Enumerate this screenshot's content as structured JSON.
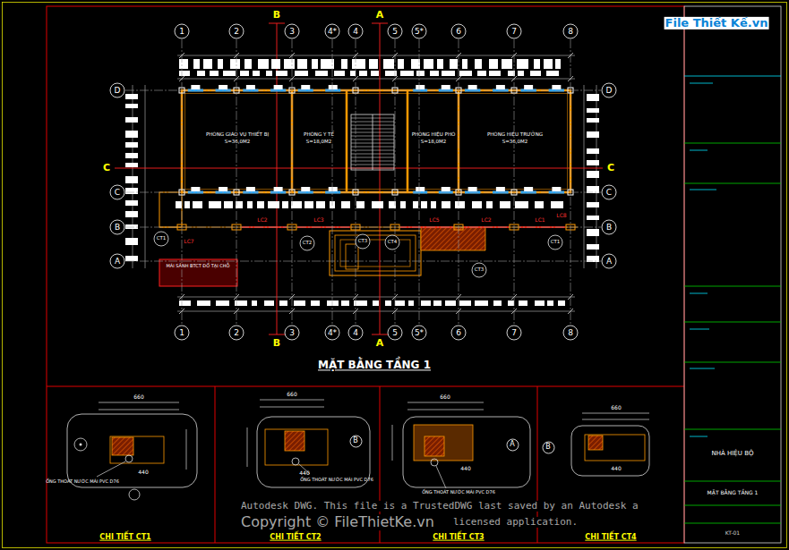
{
  "diagram": {
    "title": "MẶT BẰNG TẦNG 1",
    "nodes": [
      {
        "text": [
          "1"
        ]
      },
      {
        "text": [
          "2"
        ]
      },
      {
        "text": [
          "3"
        ]
      },
      {
        "text": [
          "4*"
        ]
      },
      {
        "text": [
          "4"
        ]
      },
      {
        "text": [
          "5"
        ]
      },
      {
        "text": [
          "5*"
        ]
      },
      {
        "text": [
          "6"
        ]
      },
      {
        "text": [
          "7"
        ]
      },
      {
        "text": [
          "8"
        ]
      },
      {
        "text": [
          "1"
        ]
      },
      {
        "text": [
          "2"
        ]
      },
      {
        "text": [
          "3"
        ]
      },
      {
        "text": [
          "4*"
        ]
      },
      {
        "text": [
          "4"
        ]
      },
      {
        "text": [
          "5"
        ]
      },
      {
        "text": [
          "5*"
        ]
      },
      {
        "text": [
          "6"
        ]
      },
      {
        "text": [
          "7"
        ]
      },
      {
        "text": [
          "8"
        ]
      },
      {
        "text": [
          "D"
        ]
      },
      {
        "text": [
          "C"
        ]
      },
      {
        "text": [
          "B"
        ]
      },
      {
        "text": [
          "A"
        ]
      },
      {
        "text": [
          "D"
        ]
      },
      {
        "text": [
          "C"
        ]
      },
      {
        "text": [
          "B"
        ]
      },
      {
        "text": [
          "A"
        ]
      },
      {
        "text": [
          "CT1"
        ]
      },
      {
        "text": [
          "CT2"
        ]
      },
      {
        "text": [
          "CT3"
        ]
      },
      {
        "text": [
          "CT4"
        ]
      },
      {
        "text": [
          "CT3"
        ]
      },
      {
        "text": [
          "CT1"
        ]
      },
      {
        "text": [
          "B"
        ]
      },
      {
        "text": [
          "A"
        ]
      },
      {
        "text": [
          "B"
        ]
      }
    ],
    "edges": [
      {
        "from": 0,
        "to": 10,
        "arrow": "none"
      },
      {
        "from": 1,
        "to": 11,
        "arrow": "none"
      },
      {
        "from": 2,
        "to": 12,
        "arrow": "none"
      },
      {
        "from": 3,
        "to": 13,
        "arrow": "none"
      },
      {
        "from": 4,
        "to": 14,
        "arrow": "none"
      },
      {
        "from": 5,
        "to": 15,
        "arrow": "none"
      },
      {
        "from": 6,
        "to": 16,
        "arrow": "none"
      },
      {
        "from": 7,
        "to": 17,
        "arrow": "none"
      },
      {
        "from": 8,
        "to": 18,
        "arrow": "none"
      },
      {
        "from": 9,
        "to": 19,
        "arrow": "none"
      },
      {
        "from": 20,
        "to": 24,
        "arrow": "none"
      },
      {
        "from": 21,
        "to": 25,
        "arrow": "none"
      },
      {
        "from": 22,
        "to": 26,
        "arrow": "none"
      },
      {
        "from": 23,
        "to": 27,
        "arrow": "none"
      }
    ],
    "labels": [
      "B",
      "A",
      "B",
      "A",
      "C",
      "C",
      "PHÒNG GIÁO VỤ THIẾT BỊ",
      "S=36,0M2",
      "PHÒNG Y TẾ",
      "S=18,0M2",
      "PHÒNG HIỆU PHÓ",
      "S=18,0M2",
      "PHÒNG HIỆU TRƯỞNG",
      "S=36,0M2",
      "LC7",
      "LC2",
      "LC3",
      "LC5",
      "LC2",
      "LC1",
      "LC8",
      "MÁI SẢNH BTCT ĐỔ TẠI CHỖ",
      "CHI TIẾT CT1",
      "CHI TIẾT CT2",
      "CHI TIẾT CT3",
      "CHI TIẾT CT4",
      "660",
      "660",
      "660",
      "660",
      "440",
      "440",
      "440",
      "440",
      "ỐNG THOÁT NƯỚC MÁI PVC D76",
      "ỐNG THOÁT NƯỚC MÁI PVC D76",
      "ỐNG THOÁT NƯỚC MÁI PVC D76",
      "NHÀ HIỆU BỘ",
      "MẶT BẰNG TẦNG 1",
      "KT-01",
      "Autodesk DWG. This file is a TrustedDWG last saved by an Autodesk a",
      "Copyright © FileThietKe.vn",
      "licensed application.",
      "File Thiết Kế.vn"
    ]
  }
}
